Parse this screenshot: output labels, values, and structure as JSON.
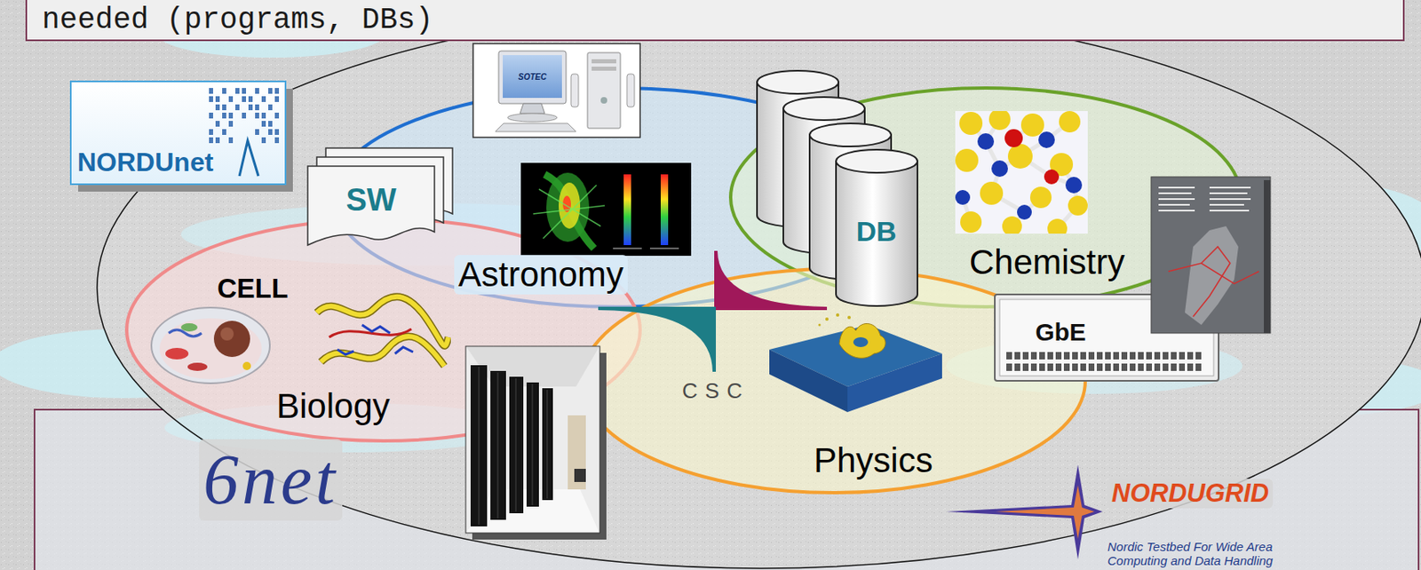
{
  "diagram": {
    "nodes": [
      {
        "text": [
          "needed (programs, DBs)"
        ]
      },
      {
        "text": [
          "Astronomy"
        ]
      },
      {
        "text": [
          "Chemistry"
        ]
      },
      {
        "text": [
          "Biology"
        ]
      },
      {
        "text": [
          "Physics"
        ]
      },
      {
        "text": [
          "NORDUnet"
        ]
      },
      {
        "text": [
          "SW"
        ]
      },
      {
        "text": [
          "DB"
        ]
      },
      {
        "text": [
          "GbE"
        ]
      },
      {
        "text": [
          "6net",
          "NORDUGRID",
          "Nordic Testbed For Wide Area Computing and Data Handling"
        ]
      }
    ],
    "labels": [
      "CELL",
      "SOTEC",
      "CSC"
    ]
  }
}
